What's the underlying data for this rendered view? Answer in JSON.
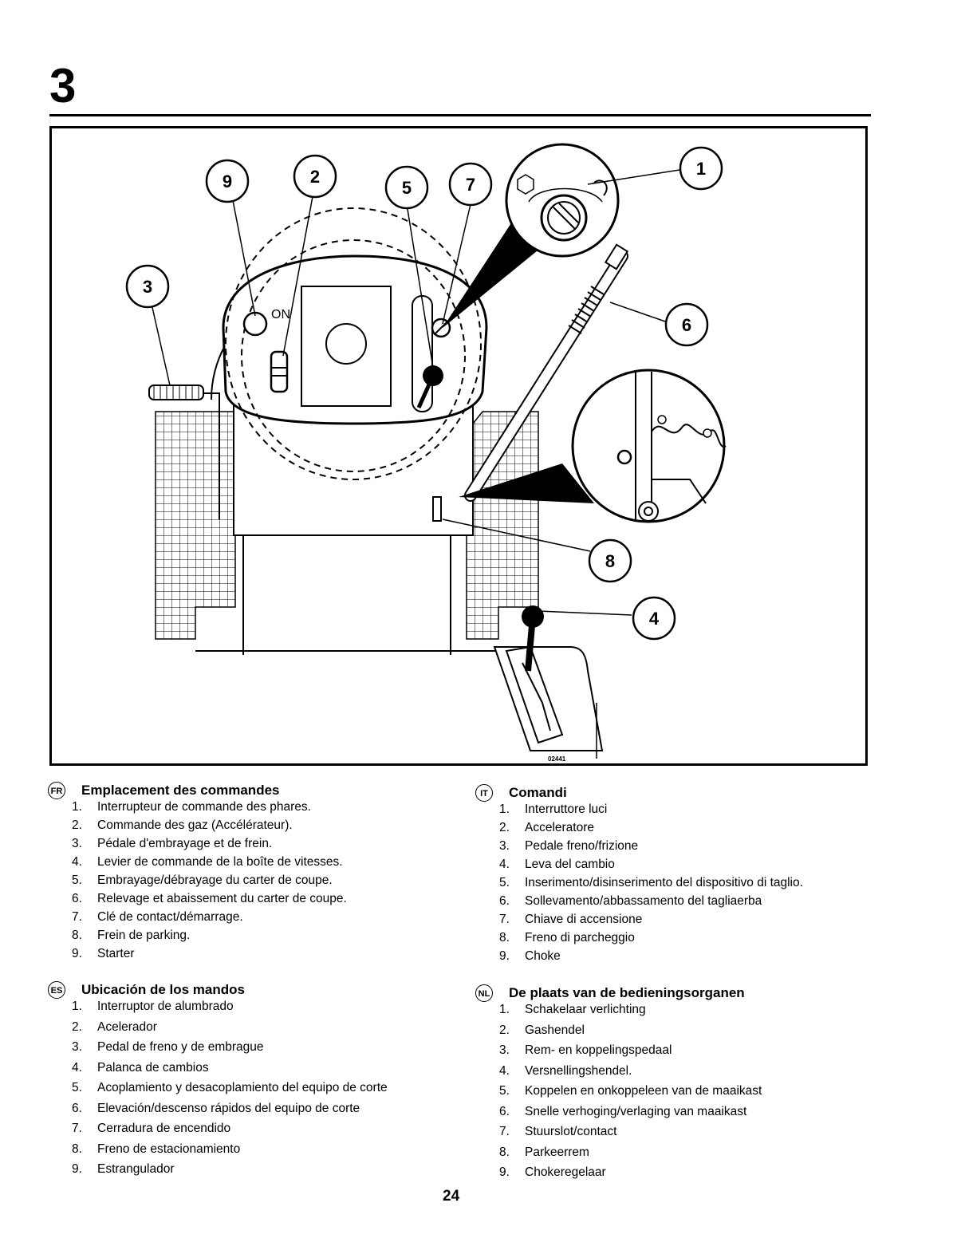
{
  "section_number": "3",
  "figure": {
    "code": "02441",
    "callouts": [
      "1",
      "2",
      "3",
      "4",
      "5",
      "6",
      "7",
      "8",
      "9"
    ],
    "dash_labels": [
      "ON"
    ]
  },
  "legends": {
    "fr": {
      "lang": "FR",
      "title": "Emplacement des commandes",
      "items": [
        {
          "n": "1.",
          "t": "Interrupteur de commande des phares."
        },
        {
          "n": "2.",
          "t": "Commande des gaz (Accélérateur)."
        },
        {
          "n": "3.",
          "t": "Pédale d'embrayage et de frein."
        },
        {
          "n": "4.",
          "t": "Levier de commande de la boîte de vitesses."
        },
        {
          "n": "5.",
          "t": "Embrayage/débrayage du carter de coupe."
        },
        {
          "n": "6.",
          "t": "Relevage et abaissement du carter de coupe."
        },
        {
          "n": "7.",
          "t": "Clé de contact/démarrage."
        },
        {
          "n": "8.",
          "t": "Frein de parking."
        },
        {
          "n": "9.",
          "t": "Starter"
        }
      ]
    },
    "it": {
      "lang": "IT",
      "title": "Comandi",
      "items": [
        {
          "n": "1.",
          "t": "Interruttore luci"
        },
        {
          "n": "2.",
          "t": "Acceleratore"
        },
        {
          "n": "3.",
          "t": "Pedale freno/frizione"
        },
        {
          "n": "4.",
          "t": "Leva del cambio"
        },
        {
          "n": "5.",
          "t": "Inserimento/disinserimento del dispositivo di taglio."
        },
        {
          "n": "6.",
          "t": "Sollevamento/abbassamento del tagliaerba"
        },
        {
          "n": "7.",
          "t": "Chiave di accensione"
        },
        {
          "n": "8.",
          "t": "Freno di parcheggio"
        },
        {
          "n": "9.",
          "t": "Choke"
        }
      ]
    },
    "es": {
      "lang": "ES",
      "title": "Ubicación de los mandos",
      "items": [
        {
          "n": "1.",
          "t": "Interruptor de alumbrado"
        },
        {
          "n": "2.",
          "t": "Acelerador"
        },
        {
          "n": "3.",
          "t": "Pedal de freno y de embrague"
        },
        {
          "n": "4.",
          "t": "Palanca de cambios"
        },
        {
          "n": "5.",
          "t": "Acoplamiento y desacoplamiento del equipo de corte"
        },
        {
          "n": "6.",
          "t": "Elevación/descenso rápidos del equipo de corte"
        },
        {
          "n": "7.",
          "t": "Cerradura de encendido"
        },
        {
          "n": "8.",
          "t": "Freno de estacionamiento"
        },
        {
          "n": "9.",
          "t": "Estrangulador"
        }
      ]
    },
    "nl": {
      "lang": "NL",
      "title": "De plaats van de bedieningsorganen",
      "items": [
        {
          "n": "1.",
          "t": "Schakelaar verlichting"
        },
        {
          "n": "2.",
          "t": "Gashendel"
        },
        {
          "n": "3.",
          "t": "Rem- en koppelingspedaal"
        },
        {
          "n": "4.",
          "t": "Versnellingshendel."
        },
        {
          "n": "5.",
          "t": "Koppelen en onkoppeleen van de maaikast"
        },
        {
          "n": "6.",
          "t": "Snelle verhoging/verlaging van maaikast"
        },
        {
          "n": "7.",
          "t": "Stuurslot/contact"
        },
        {
          "n": "8.",
          "t": "Parkeerrem"
        },
        {
          "n": "9.",
          "t": "Chokeregelaar"
        }
      ]
    }
  },
  "page_number": "24"
}
